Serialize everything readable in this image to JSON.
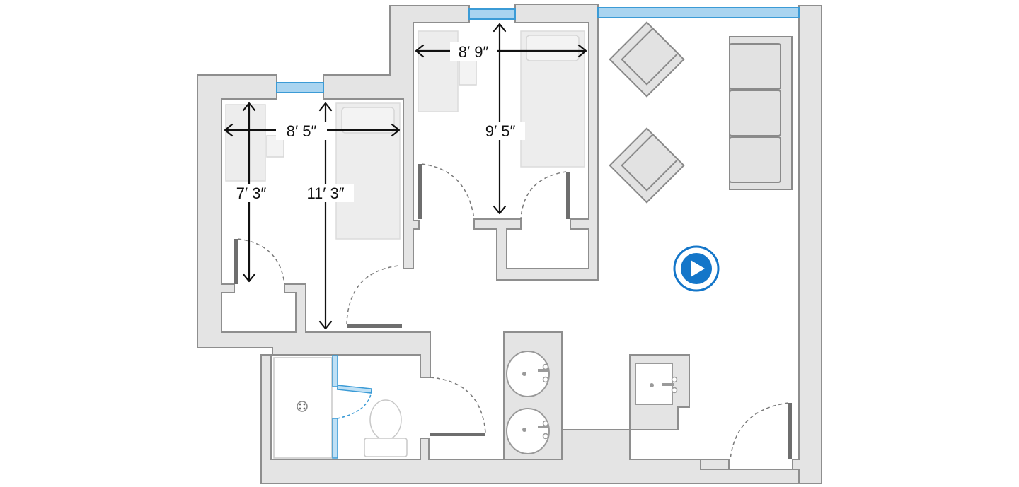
{
  "dimensions": {
    "left_room_width": "8′ 5″",
    "left_closet_depth": "7′ 3″",
    "left_room_length": "11′ 3″",
    "center_room_width": "8′ 9″",
    "center_room_length": "9′ 5″"
  },
  "play_button": {
    "icon": "play-icon",
    "color": "#1476c9"
  },
  "colors": {
    "wall": "#e4e4e4",
    "window": "#a9d4f0",
    "window_edge": "#3b9bd6"
  }
}
